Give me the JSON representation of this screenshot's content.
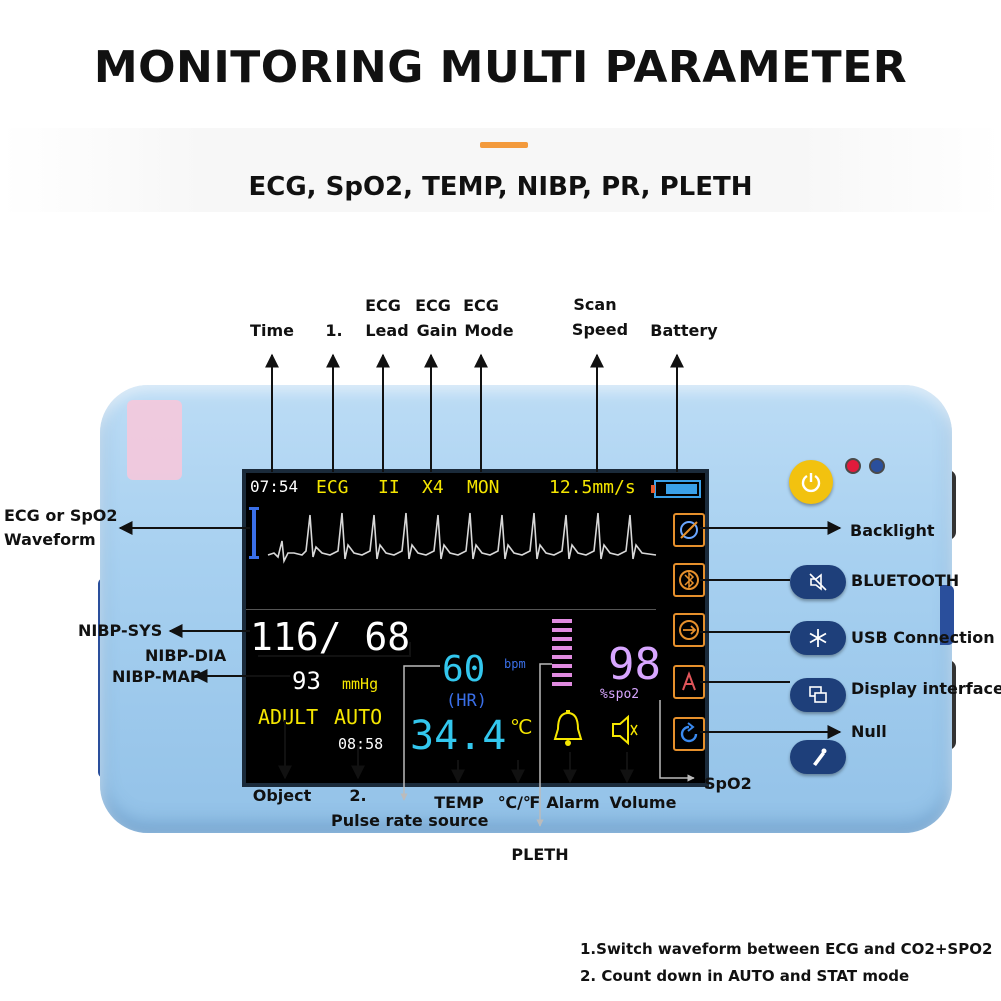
{
  "header": {
    "title": "MONITORING MULTI PARAMETER",
    "subtitle": "ECG, SpO2, TEMP, NIBP, PR, PLETH"
  },
  "top_labels": {
    "time": "Time",
    "one": "1.",
    "ecg_lead": [
      "ECG",
      "Lead"
    ],
    "ecg_gain": [
      "ECG",
      "Gain"
    ],
    "ecg_mode": [
      "ECG",
      "Mode"
    ],
    "scan_speed": [
      "Scan",
      "Speed"
    ],
    "battery": "Battery"
  },
  "left_labels": {
    "waveform": [
      "ECG or SpO2",
      "Waveform"
    ],
    "nibp_sys": "NIBP-SYS",
    "nibp_dia": "NIBP-DIA",
    "nibp_map": "NIBP-MAP"
  },
  "right_labels": {
    "backlight": "Backlight",
    "bluetooth": "BLUETOOTH",
    "usb": "USB Connection",
    "display": "Display interface",
    "null": "Null",
    "spo2": "SpO2"
  },
  "bottom_labels": {
    "object": "Object",
    "two": "2.",
    "pulse_source": "Pulse rate source",
    "temp": "TEMP",
    "unit": "℃/℉",
    "alarm": "Alarm",
    "volume": "Volume",
    "pleth": "PLETH"
  },
  "screen": {
    "time": "07:54",
    "mode": "ECG",
    "lead": "II",
    "gain": "X4",
    "ecg_mode": "MON",
    "speed": "12.5mm/s",
    "nibp": "116/ 68",
    "map": "93",
    "mmhg": "mmHg",
    "hr": "60",
    "bpm": "bpm",
    "hr_label": "(HR)",
    "spo2": "98",
    "spo2_label": "%spo2",
    "object": "ADULT",
    "auto": "AUTO",
    "countdown": "08:58",
    "temp": "34.4",
    "temp_unit": "℃"
  },
  "notes": [
    "1.Switch waveform between ECG and CO2+SPO2",
    "2. Count down in AUTO and STAT mode"
  ],
  "colors": {
    "screen_yellow": "#f5e600",
    "hr_cyan": "#33c7ee",
    "spo2_purple": "#d8a6ff",
    "device_blue": "#a7d0f0",
    "button_navy": "#1e3f7a",
    "power_yellow": "#f2c20f",
    "accent_orange": "#f39a3c"
  }
}
